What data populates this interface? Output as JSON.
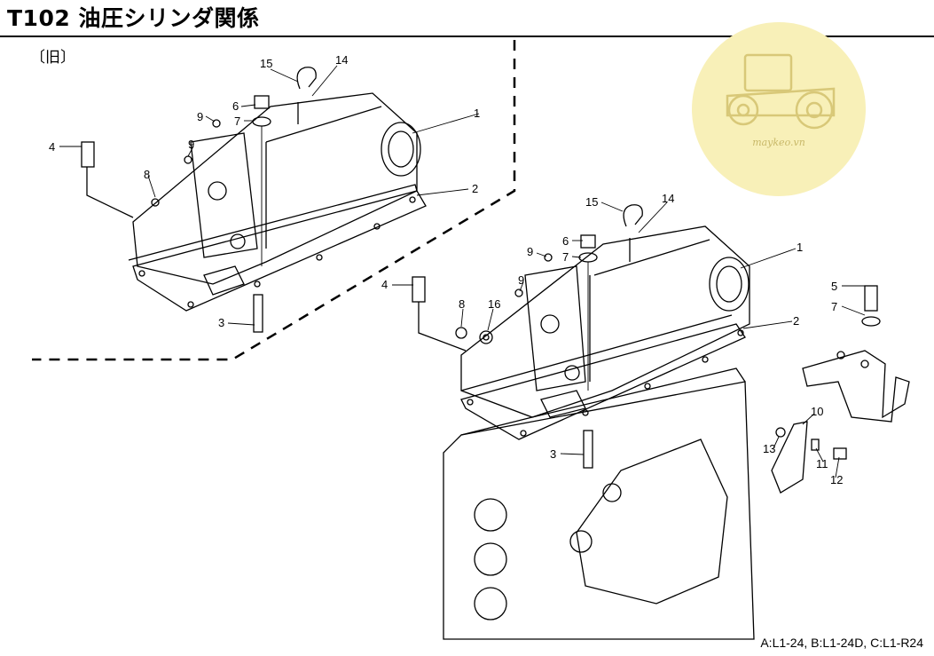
{
  "header": {
    "title": "T102 油圧シリンダ関係",
    "old_label": "〔旧〕"
  },
  "footer": {
    "models": "A:L1-24, B:L1-24D, C:L1-R24"
  },
  "watermark": {
    "text": "maykeo.vn",
    "color": "#f8f0b8"
  },
  "callouts_old": [
    "15",
    "14",
    "6",
    "7",
    "9",
    "1",
    "4",
    "9",
    "8",
    "2",
    "3"
  ],
  "callouts_new": [
    "15",
    "14",
    "6",
    "9",
    "7",
    "1",
    "4",
    "9",
    "8",
    "16",
    "2",
    "5",
    "7",
    "10",
    "13",
    "11",
    "12",
    "3"
  ]
}
